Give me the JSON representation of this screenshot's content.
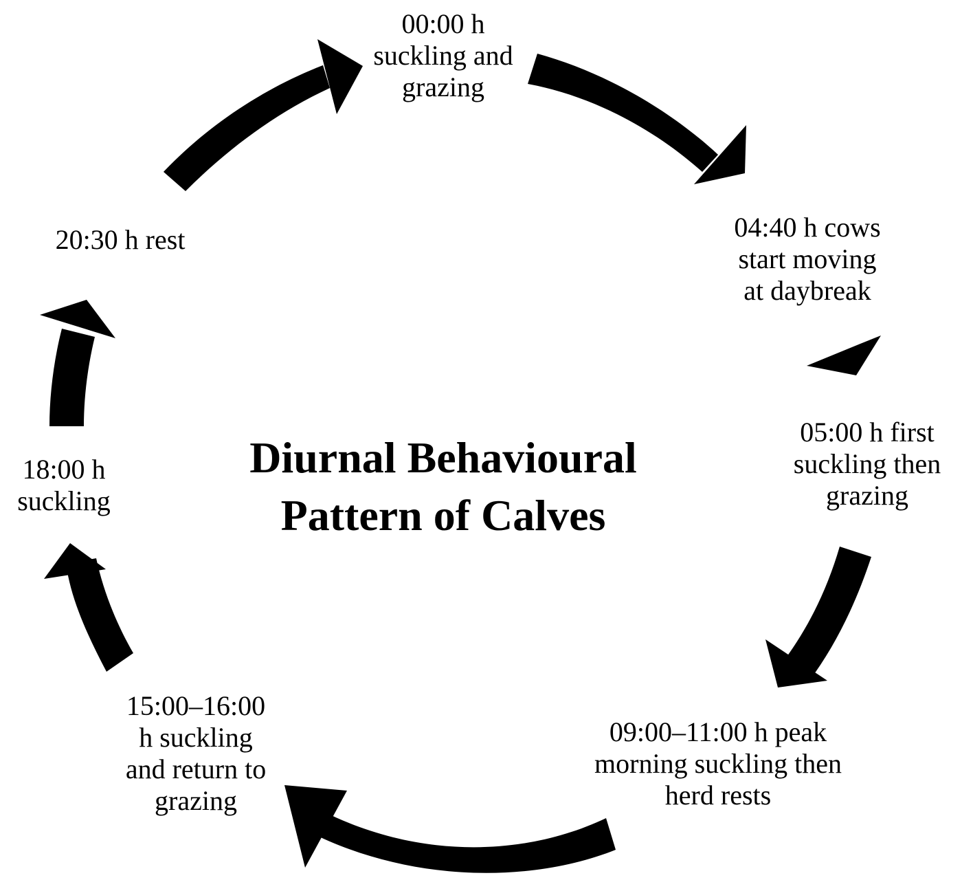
{
  "diagram": {
    "title": {
      "line1": "Diurnal Behavioural",
      "line2": "Pattern of Calves"
    },
    "stages": [
      {
        "id": "midnight",
        "lines": [
          "00:00 h",
          "suckling and",
          "grazing"
        ]
      },
      {
        "id": "daybreak",
        "lines": [
          "04:40 h cows",
          "start moving",
          "at daybreak"
        ]
      },
      {
        "id": "first-suckling",
        "lines": [
          "05:00 h first",
          "suckling then",
          "grazing"
        ]
      },
      {
        "id": "morning-peak",
        "lines": [
          "09:00–11:00 h peak",
          "morning suckling then",
          "herd rests"
        ]
      },
      {
        "id": "afternoon",
        "lines": [
          "15:00–16:00",
          "h suckling",
          "and return to",
          "grazing"
        ]
      },
      {
        "id": "evening",
        "lines": [
          "18:00 h",
          "suckling"
        ]
      },
      {
        "id": "rest",
        "lines": [
          "20:30 h rest"
        ]
      }
    ],
    "colors": {
      "arrow": "#000000",
      "text": "#000000",
      "background": "#ffffff"
    }
  }
}
